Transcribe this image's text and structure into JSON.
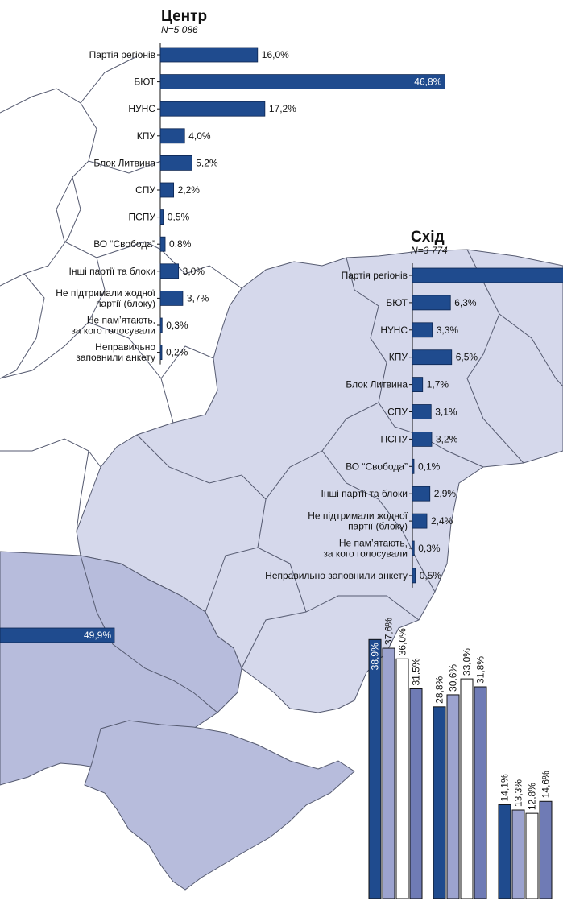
{
  "colors": {
    "bar": "#1f4b8e",
    "bar_stroke": "#0d2550",
    "map_east": "#d5d8eb",
    "map_south": "#b7bcdc",
    "map_border": "#555a70",
    "cmp_series": [
      "#1f4b8e",
      "#9ca3cf",
      "#ffffff",
      "#6f7bb5"
    ]
  },
  "center": {
    "title": "Центр",
    "n": "N=5 086"
  },
  "east": {
    "title": "Схід",
    "n": "N=3 774"
  },
  "south_visible_value": "49,9%",
  "chart_data": [
    {
      "type": "bar",
      "orientation": "horizontal",
      "title": "Центр",
      "subtitle": "N=5 086",
      "categories": [
        "Партія регіонів",
        "БЮТ",
        "НУНС",
        "КПУ",
        "Блок Литвина",
        "СПУ",
        "ПСПУ",
        "ВО “Свобода”",
        "Інші партії та блоки",
        "Не підтримали жодної\nпартії (блоку)",
        "Не пам’ятають,\nза кого голосували",
        "Неправильно\nзаповнили анкету"
      ],
      "values": [
        16.0,
        46.8,
        17.2,
        4.0,
        5.2,
        2.2,
        0.5,
        0.8,
        3.0,
        3.7,
        0.3,
        0.2
      ],
      "labels": [
        "16,0%",
        "46,8%",
        "17,2%",
        "4,0%",
        "5,2%",
        "2,2%",
        "0,5%",
        "0,8%",
        "3,0%",
        "3,7%",
        "0,3%",
        "0,2%"
      ],
      "unit": "%"
    },
    {
      "type": "bar",
      "orientation": "horizontal",
      "title": "Схід",
      "subtitle": "N=3 774",
      "categories": [
        "Партія регіонів",
        "БЮТ",
        "НУНС",
        "КПУ",
        "Блок Литвина",
        "СПУ",
        "ПСПУ",
        "ВО “Свобода”",
        "Інші партії та блоки",
        "Не підтримали жодної\nпартії (блоку)",
        "Не пам’ятають,\nза кого голосували",
        "Неправильно заповнили анкету"
      ],
      "values": [
        null,
        6.3,
        3.3,
        6.5,
        1.7,
        3.1,
        3.2,
        0.1,
        2.9,
        2.4,
        0.3,
        0.5
      ],
      "labels": [
        "",
        "6,3%",
        "3,3%",
        "6,5%",
        "1,7%",
        "3,1%",
        "3,2%",
        "0,1%",
        "2,9%",
        "2,4%",
        "0,3%",
        "0,5%"
      ],
      "unit": "%"
    },
    {
      "type": "bar",
      "orientation": "vertical",
      "groups": [
        {
          "values": [
            38.9,
            37.6,
            36.0,
            31.5
          ],
          "labels": [
            "38,9%",
            "37,6%",
            "36,0%",
            "31,5%"
          ]
        },
        {
          "values": [
            28.8,
            30.6,
            33.0,
            31.8
          ],
          "labels": [
            "28,8%",
            "30,6%",
            "33,0%",
            "31,8%"
          ]
        },
        {
          "values": [
            14.1,
            13.3,
            12.8,
            14.6
          ],
          "labels": [
            "14,1%",
            "13,3%",
            "12,8%",
            "14,6%"
          ]
        }
      ]
    }
  ]
}
